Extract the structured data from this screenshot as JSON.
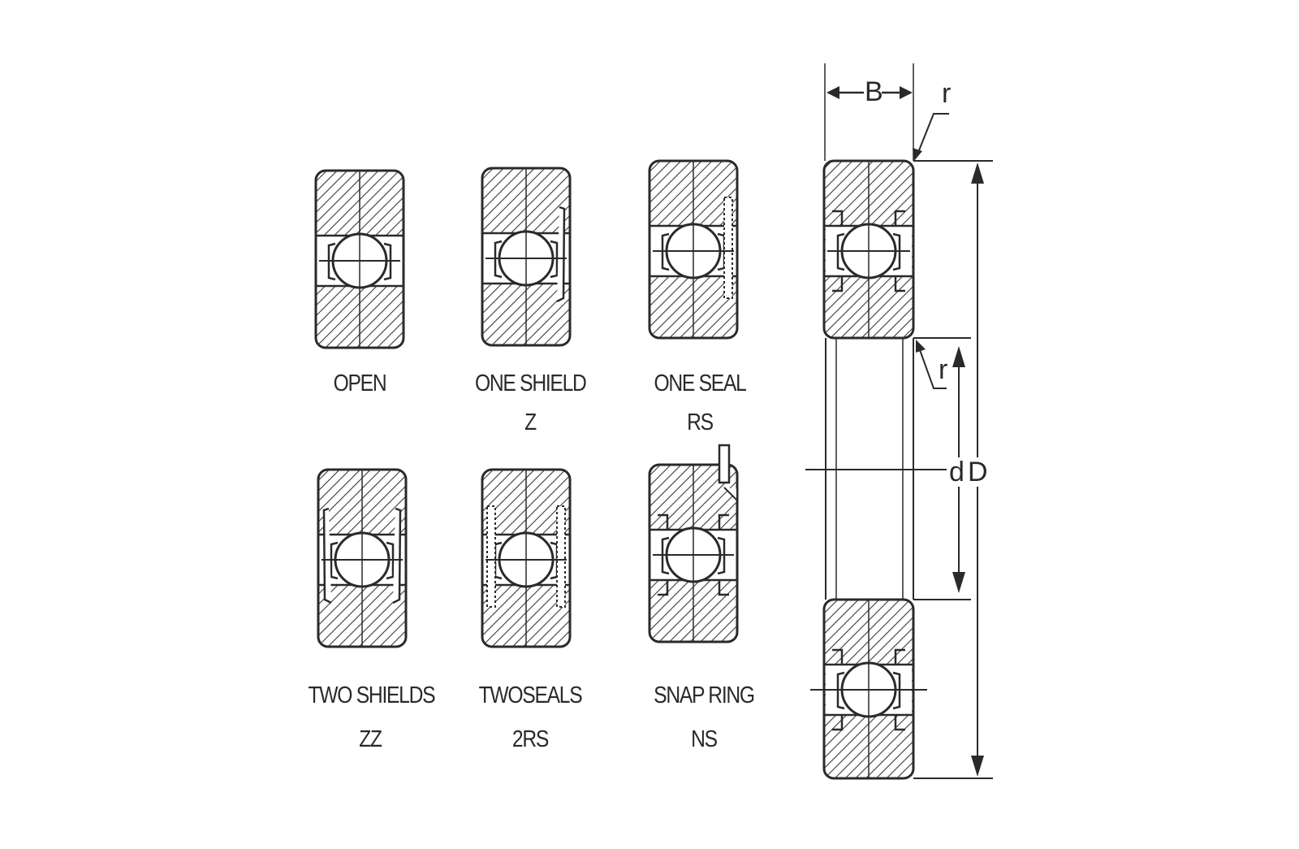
{
  "variants": [
    {
      "name": "OPEN",
      "code": ""
    },
    {
      "name": "ONE SHIELD",
      "code": "Z"
    },
    {
      "name": "ONE SEAL",
      "code": "RS"
    },
    {
      "name": "TWO SHIELDS",
      "code": "ZZ"
    },
    {
      "name": "TWOSEALS",
      "code": "2RS"
    },
    {
      "name": "SNAP RING",
      "code": "NS"
    }
  ],
  "dimensions": {
    "width": "B",
    "radius_top": "r",
    "radius_bore": "r",
    "bore_label": "d",
    "outer_label": "D"
  },
  "colors": {
    "line": "#2a2a2a",
    "hatch": "#3a3a3a",
    "background": "#ffffff"
  }
}
